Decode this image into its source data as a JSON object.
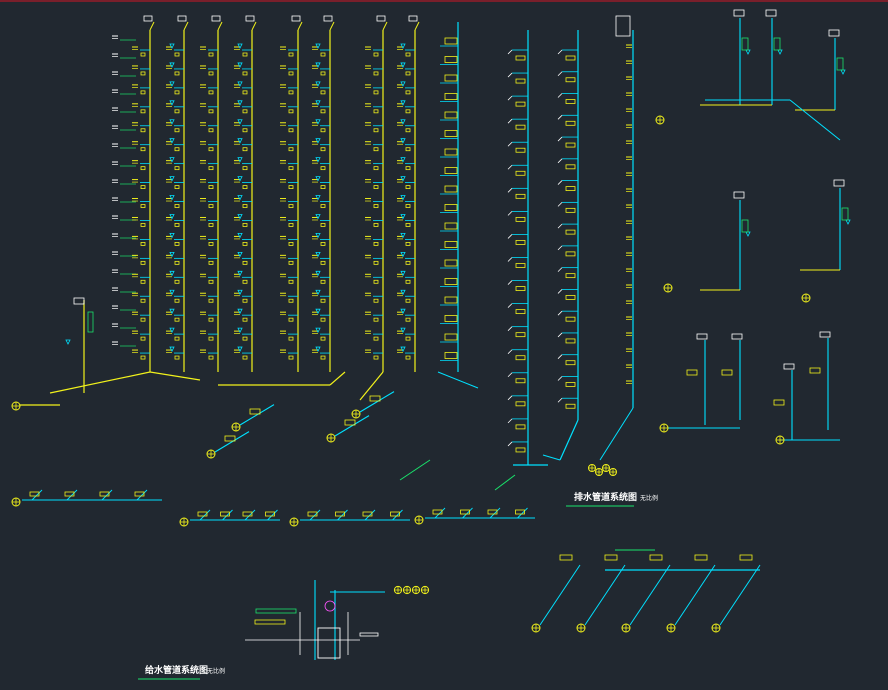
{
  "colors": {
    "background": "#212830",
    "pipe_yellow": "#f2f21b",
    "pipe_cyan": "#00e1ff",
    "pipe_green": "#19e36b",
    "annotation_white": "#ffffff",
    "annotation_magenta": "#ff55ff",
    "title_underline": "#19e36b"
  },
  "captions": {
    "drain_system": "排水管道系统图",
    "drain_scale": "无比例",
    "water_supply_system": "给水管道系统图",
    "water_supply_scale": "无比例"
  }
}
